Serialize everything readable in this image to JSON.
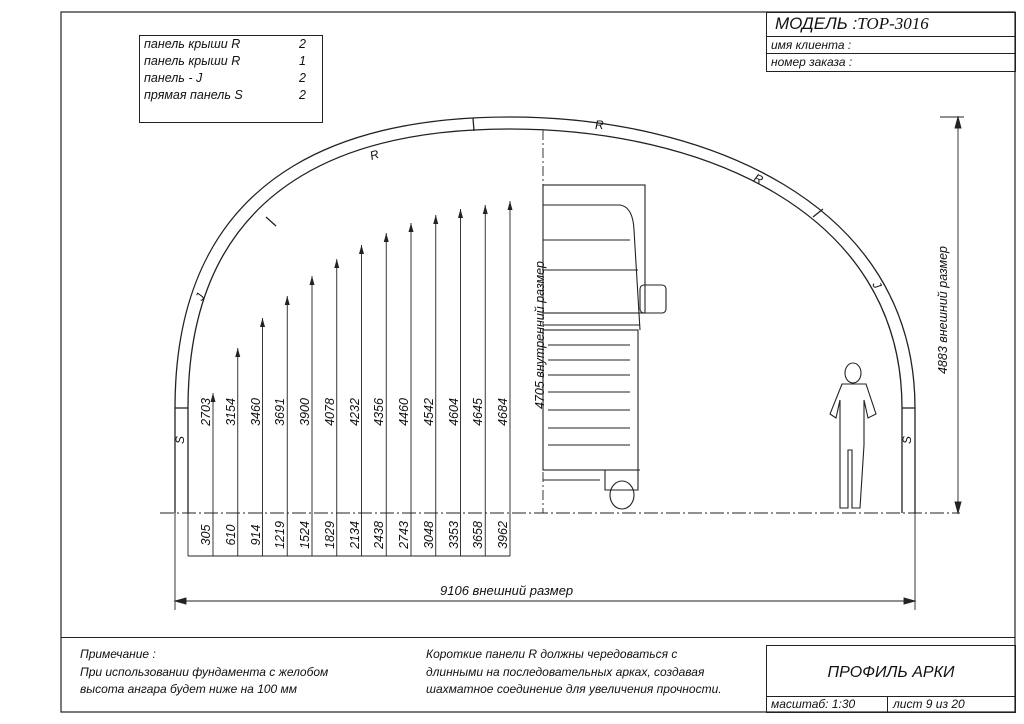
{
  "title_block": {
    "model_label": "МОДЕЛЬ :",
    "model_code": "TOP-3016",
    "client_label": "имя клиента :",
    "order_label": "номер заказа :",
    "drawing_title": "ПРОФИЛЬ АРКИ",
    "scale_label": "масштаб: 1:30",
    "sheet_label": "лист 9 из 20"
  },
  "panel_list": [
    {
      "name": "панель крыши R",
      "qty": "2"
    },
    {
      "name": "панель крыши R",
      "qty": "1"
    },
    {
      "name": "панель - J",
      "qty": "2"
    },
    {
      "name": "прямая панель S",
      "qty": "2"
    }
  ],
  "arch_segment_labels": {
    "s_left": "S",
    "j_left": "J",
    "r_left": "R",
    "r_top": "R",
    "r_right": "R",
    "j_right": "J",
    "s_right": "S"
  },
  "offsets": [
    "305",
    "610",
    "914",
    "1219",
    "1524",
    "1829",
    "2134",
    "2438",
    "2743",
    "3048",
    "3353",
    "3658",
    "3962"
  ],
  "heights": [
    "2703",
    "3154",
    "3460",
    "3691",
    "3900",
    "4078",
    "4232",
    "4356",
    "4460",
    "4542",
    "4604",
    "4645",
    "4684"
  ],
  "dimensions": {
    "inner_height": "4705 внутренний размер",
    "outer_height": "4883 внешний размер",
    "outer_width": "9106 внешний размер"
  },
  "notes": {
    "note_heading": "Примечание :",
    "note_line1": "При использовании фундамента с желобом",
    "note_line2": "высота ангара будет ниже на 100 мм",
    "panel_note_line1": "Короткие панели R должны чередоваться с",
    "panel_note_line2": "длинными на последовательных арках, создавая",
    "panel_note_line3": "шахматное соединение для увеличения прочности."
  }
}
